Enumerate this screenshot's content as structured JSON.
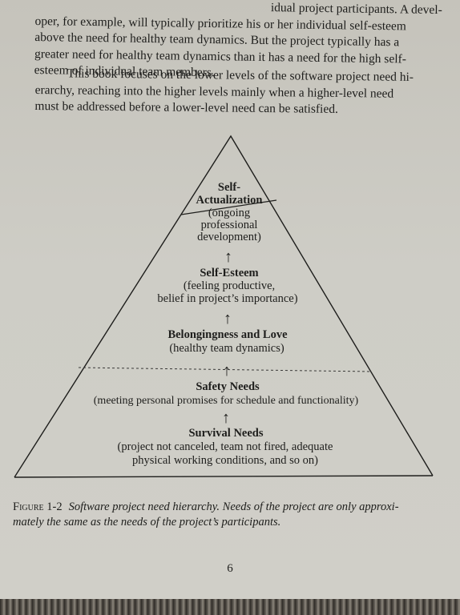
{
  "body_text": {
    "paragraph1": {
      "line1": "idual project participants. A devel-",
      "line2": "oper, for example, will typically prioritize his or her individual self-esteem",
      "line3": "above the need for healthy team dynamics. But the project typically has a",
      "line4": "greater need for healthy team dynamics than it has a need for the high self-",
      "line5": "esteem of individual team members."
    },
    "paragraph2": {
      "line1": "This book focuses on the lower levels of the software project need hi-",
      "line2": "erarchy, reaching into the higher levels mainly when a higher-level need",
      "line3": "must be addressed before a lower-level need can be satisfied."
    }
  },
  "pyramid": {
    "levels": [
      {
        "title_line1": "Self-",
        "title_line2": "Actualization",
        "desc_line1": "(ongoing",
        "desc_line2": "professional",
        "desc_line3": "development)"
      },
      {
        "title": "Self-Esteem",
        "desc_line1": "(feeling productive,",
        "desc_line2": "belief in project’s importance)"
      },
      {
        "title": "Belongingness and Love",
        "desc_line1": "(healthy team dynamics)"
      },
      {
        "title": "Safety Needs",
        "desc_line1": "(meeting personal promises for schedule and functionality)"
      },
      {
        "title": "Survival Needs",
        "desc_line1": "(project not canceled, team not fired, adequate",
        "desc_line2": "physical working conditions, and so on)"
      }
    ],
    "arrow_glyph": "↑"
  },
  "caption": {
    "label": "Figure 1-2",
    "text": "Software project need hierarchy. Needs of the project are only approxi-",
    "text_line2": "mately the same as the needs of the project’s participants."
  },
  "page_number": "6"
}
